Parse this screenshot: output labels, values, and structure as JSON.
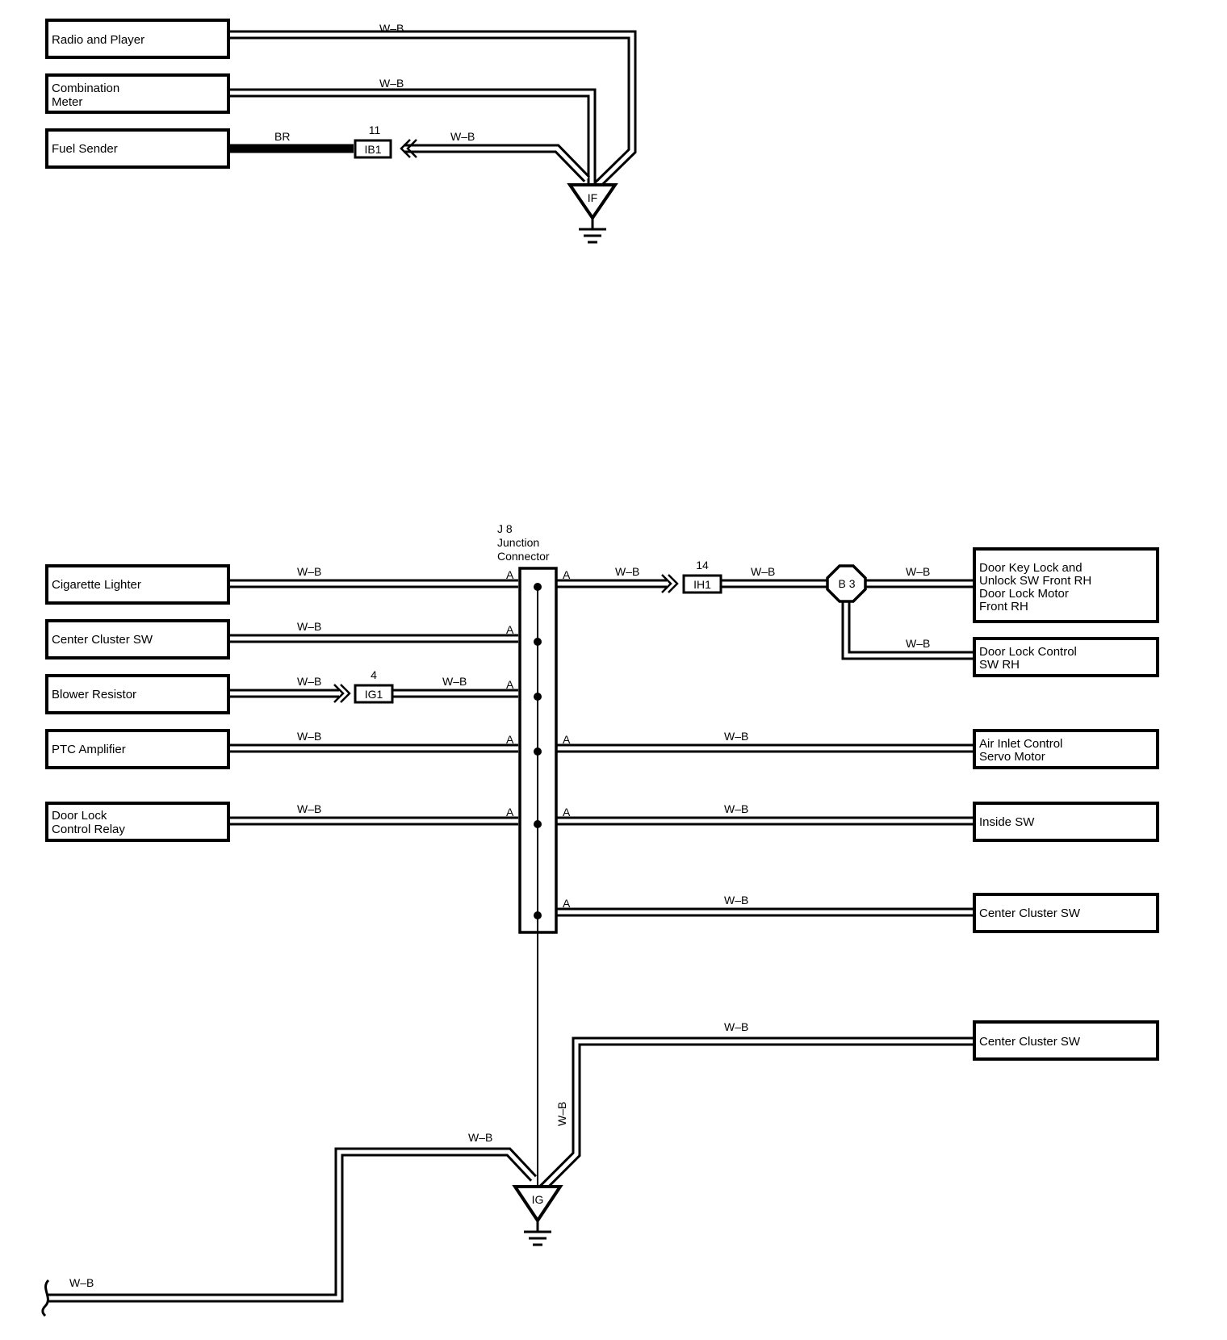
{
  "components": {
    "radio_player": [
      "Radio and Player"
    ],
    "combination_meter": [
      "Combination",
      "Meter"
    ],
    "fuel_sender": [
      "Fuel Sender"
    ],
    "cigarette_lighter": [
      "Cigarette Lighter"
    ],
    "center_cluster_sw_left": [
      "Center Cluster SW"
    ],
    "blower_resistor": [
      "Blower Resistor"
    ],
    "ptc_amplifier": [
      "PTC Amplifier"
    ],
    "door_lock_control_relay": [
      "Door Lock",
      "Control Relay"
    ],
    "door_key_lock": [
      "Door Key Lock and",
      "Unlock SW Front RH",
      "Door Lock Motor",
      "Front RH"
    ],
    "door_lock_control_sw": [
      "Door Lock Control",
      "SW RH"
    ],
    "air_inlet_servo": [
      "Air Inlet Control",
      "Servo Motor"
    ],
    "inside_sw": [
      "Inside SW"
    ],
    "center_cluster_sw_right1": [
      "Center Cluster SW"
    ],
    "center_cluster_sw_right2": [
      "Center Cluster SW"
    ]
  },
  "wire_color": "W–B",
  "wire_color_br": "BR",
  "connectors": {
    "ib1": {
      "id": "IB1",
      "pin": "11"
    },
    "ih1": {
      "id": "IH1",
      "pin": "14"
    },
    "ig1": {
      "id": "IG1",
      "pin": "4"
    }
  },
  "grounds": {
    "top": "IF",
    "bottom": "IG"
  },
  "splice": "B 3",
  "junction": {
    "title": [
      "J 8",
      "Junction",
      "Connector"
    ],
    "pin_label": "A"
  }
}
